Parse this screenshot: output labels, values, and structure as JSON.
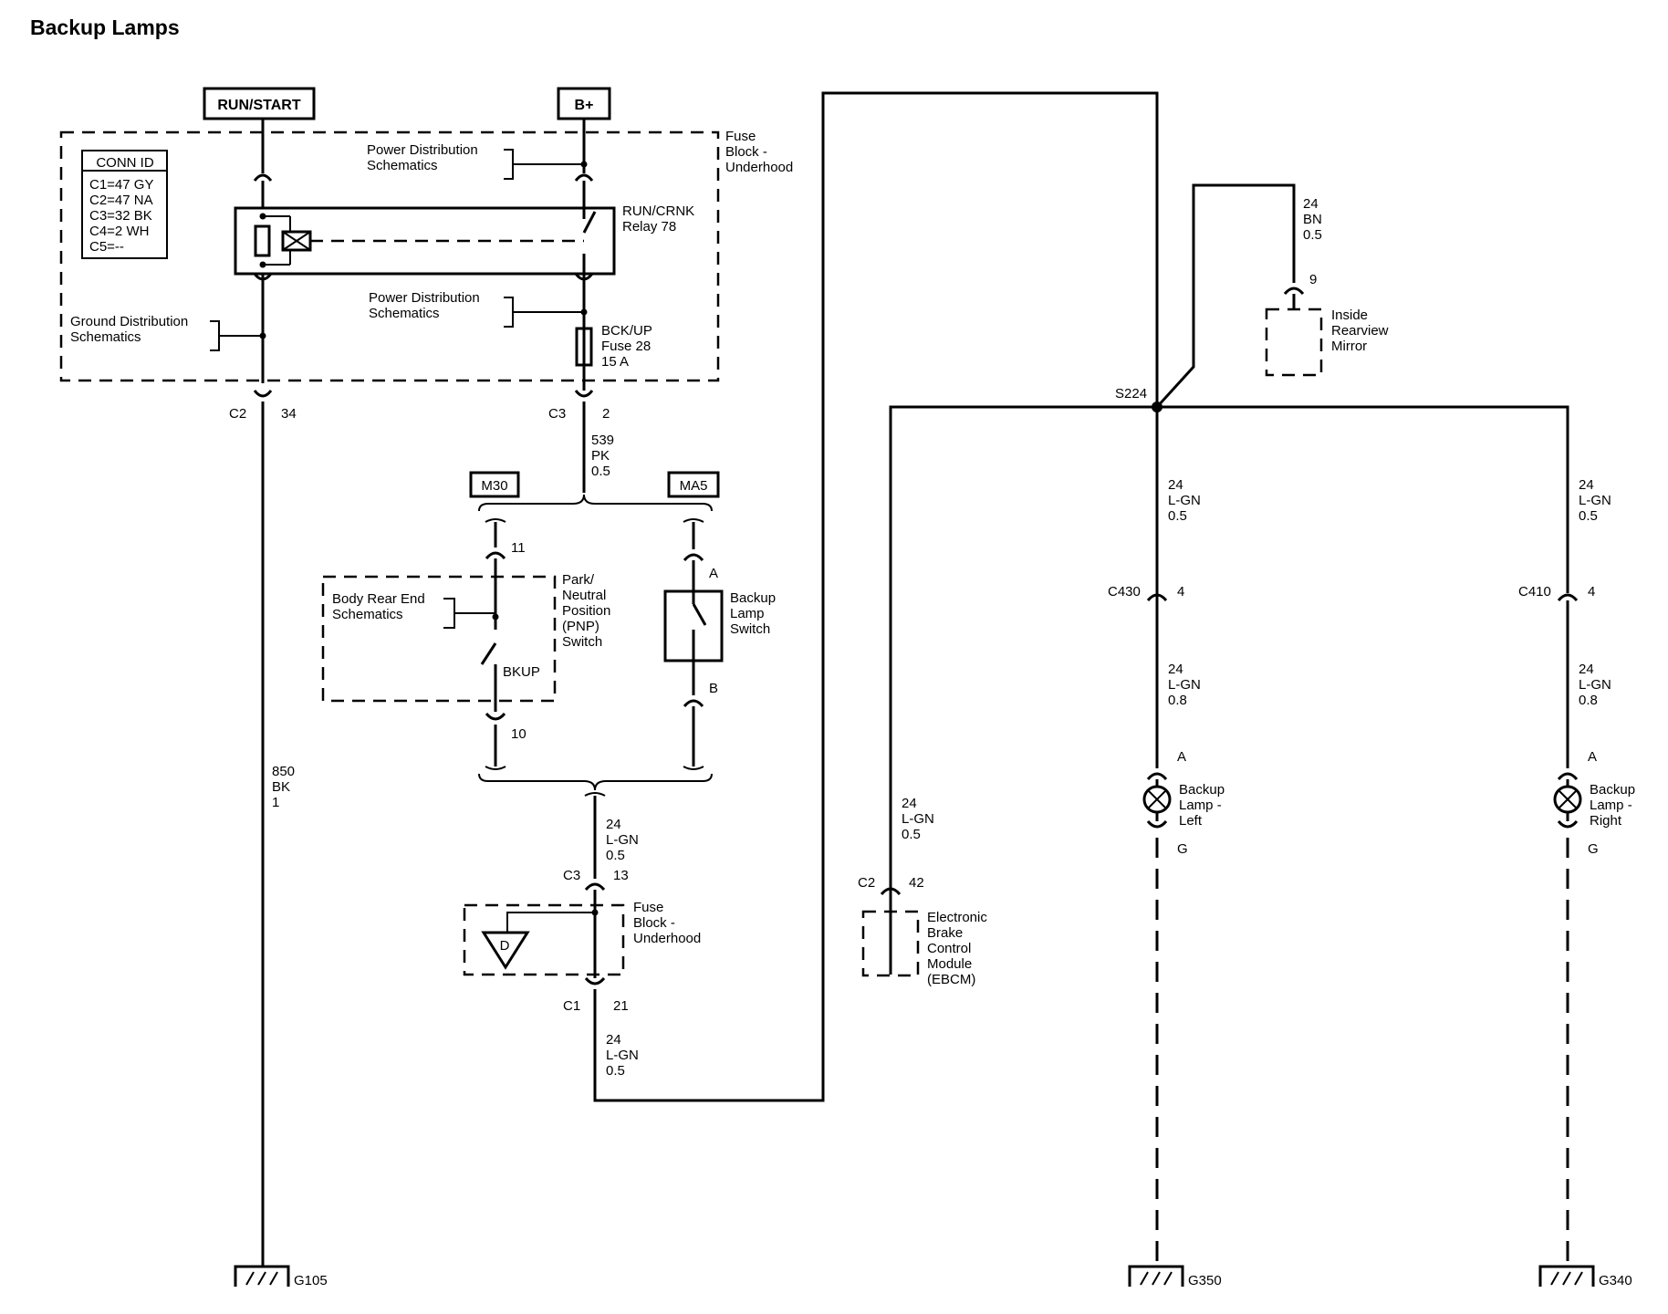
{
  "title": "Backup Lamps",
  "power_labels": {
    "run_start": "RUN/START",
    "bplus": "B+"
  },
  "conn_id": {
    "header": "CONN ID",
    "lines": [
      "C1=47 GY",
      "C2=47 NA",
      "C3=32 BK",
      "C4=2 WH",
      "C5=--"
    ]
  },
  "fuse_block": {
    "lines": [
      "Fuse",
      "Block -",
      "Underhood"
    ]
  },
  "power_dist_1": {
    "lines": [
      "Power Distribution",
      "Schematics"
    ]
  },
  "power_dist_2": {
    "lines": [
      "Power Distribution",
      "Schematics"
    ]
  },
  "ground_dist": {
    "lines": [
      "Ground Distribution",
      "Schematics"
    ]
  },
  "relay": {
    "lines": [
      "RUN/CRNK",
      "Relay 78"
    ]
  },
  "fuse28": {
    "lines": [
      "BCK/UP",
      "Fuse 28",
      "15 A"
    ]
  },
  "c2_34": {
    "conn": "C2",
    "pin": "34"
  },
  "c3_2": {
    "conn": "C3",
    "pin": "2"
  },
  "wire_539": {
    "lines": [
      "539",
      "PK",
      "0.5"
    ]
  },
  "wire_850": {
    "lines": [
      "850",
      "BK",
      "1"
    ]
  },
  "options": {
    "m30": "M30",
    "ma5": "MA5"
  },
  "pnp_pins": {
    "top": "11",
    "bottom": "10",
    "bkup": "BKUP"
  },
  "body_rear": {
    "lines": [
      "Body Rear End",
      "Schematics"
    ]
  },
  "pnp_switch": {
    "lines": [
      "Park/",
      "Neutral",
      "Position",
      "(PNP)",
      "Switch"
    ]
  },
  "backup_switch": {
    "lines": [
      "Backup",
      "Lamp",
      "Switch"
    ],
    "pin_a": "A",
    "pin_b": "B"
  },
  "wire_24_a": {
    "lines": [
      "24",
      "L-GN",
      "0.5"
    ]
  },
  "c3_13": {
    "conn": "C3",
    "pin": "13"
  },
  "fuse_block_2": {
    "lines": [
      "Fuse",
      "Block -",
      "Underhood"
    ]
  },
  "diode_label": "D",
  "c1_21": {
    "conn": "C1",
    "pin": "21"
  },
  "wire_24_b": {
    "lines": [
      "24",
      "L-GN",
      "0.5"
    ]
  },
  "splice": "S224",
  "wire_24_bn": {
    "lines": [
      "24",
      "BN",
      "0.5"
    ]
  },
  "mirror": {
    "pin": "9",
    "lines": [
      "Inside",
      "Rearview",
      "Mirror"
    ]
  },
  "wire_24_ebcm": {
    "lines": [
      "24",
      "L-GN",
      "0.5"
    ]
  },
  "ebcm": {
    "conn": "C2",
    "pin": "42",
    "lines": [
      "Electronic",
      "Brake",
      "Control",
      "Module",
      "(EBCM)"
    ]
  },
  "left_branch": {
    "wire_top": [
      "24",
      "L-GN",
      "0.5"
    ],
    "conn": "C430",
    "pin": "4",
    "wire_bot": [
      "24",
      "L-GN",
      "0.8"
    ],
    "pin_a": "A",
    "pin_g": "G",
    "lamp": [
      "Backup",
      "Lamp -",
      "Left"
    ],
    "ground": "G350"
  },
  "right_branch": {
    "wire_top": [
      "24",
      "L-GN",
      "0.5"
    ],
    "conn": "C410",
    "pin": "4",
    "wire_bot": [
      "24",
      "L-GN",
      "0.8"
    ],
    "pin_a": "A",
    "pin_g": "G",
    "lamp": [
      "Backup",
      "Lamp -",
      "Right"
    ],
    "ground": "G340"
  },
  "ground_main": "G105"
}
